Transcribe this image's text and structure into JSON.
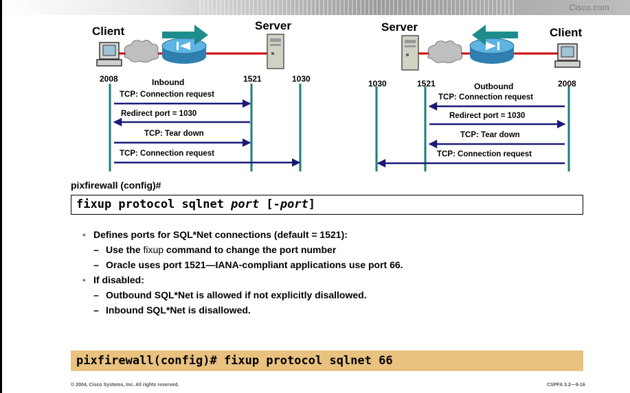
{
  "header": {
    "brand": "Cisco.com"
  },
  "diagrams": {
    "inbound": {
      "client_label": "Client",
      "server_label": "Server",
      "direction_label": "Inbound",
      "ports": [
        "2008",
        "1521",
        "1030"
      ],
      "messages": [
        "TCP: Connection request",
        "Redirect port = 1030",
        "TCP: Tear down",
        "TCP: Connection request"
      ]
    },
    "outbound": {
      "server_label": "Server",
      "client_label": "Client",
      "direction_label": "Outbound",
      "ports": [
        "1030",
        "1521",
        "2008"
      ],
      "messages": [
        "TCP: Connection request",
        "Redirect port = 1030",
        "TCP: Tear down",
        "TCP: Connection request"
      ]
    }
  },
  "config_prompt": "pixfirewall (config)#",
  "command": {
    "base": "fixup protocol sqlnet ",
    "arg1": "port",
    "open": " [-",
    "arg2": "port",
    "close": "]"
  },
  "bullets": {
    "b1": "Defines ports for SQL*Net connections (default = 1521):",
    "b1_sub1": {
      "pre": "Use the ",
      "cmd": "fixup",
      "post": " command to change the port number"
    },
    "b1_sub2": "Oracle uses port 1521—IANA-compliant applications use port 66.",
    "b2": "If disabled:",
    "b2_sub1": "Outbound SQL*Net is allowed if not explicitly disallowed.",
    "b2_sub2": "Inbound SQL*Net is disallowed."
  },
  "example": "pixfirewall(config)# fixup protocol sqlnet 66",
  "footer": {
    "left": "© 2004, Cisco Systems, Inc. All rights reserved.",
    "right": "CSPFA 3.2—9-16"
  },
  "colors": {
    "arrow": "#1a1a7a",
    "wire": "#cc0000",
    "direction_arrow": "#1e8c8c",
    "pix": "#4aa6d8",
    "example_bg": "#e9c27f"
  }
}
